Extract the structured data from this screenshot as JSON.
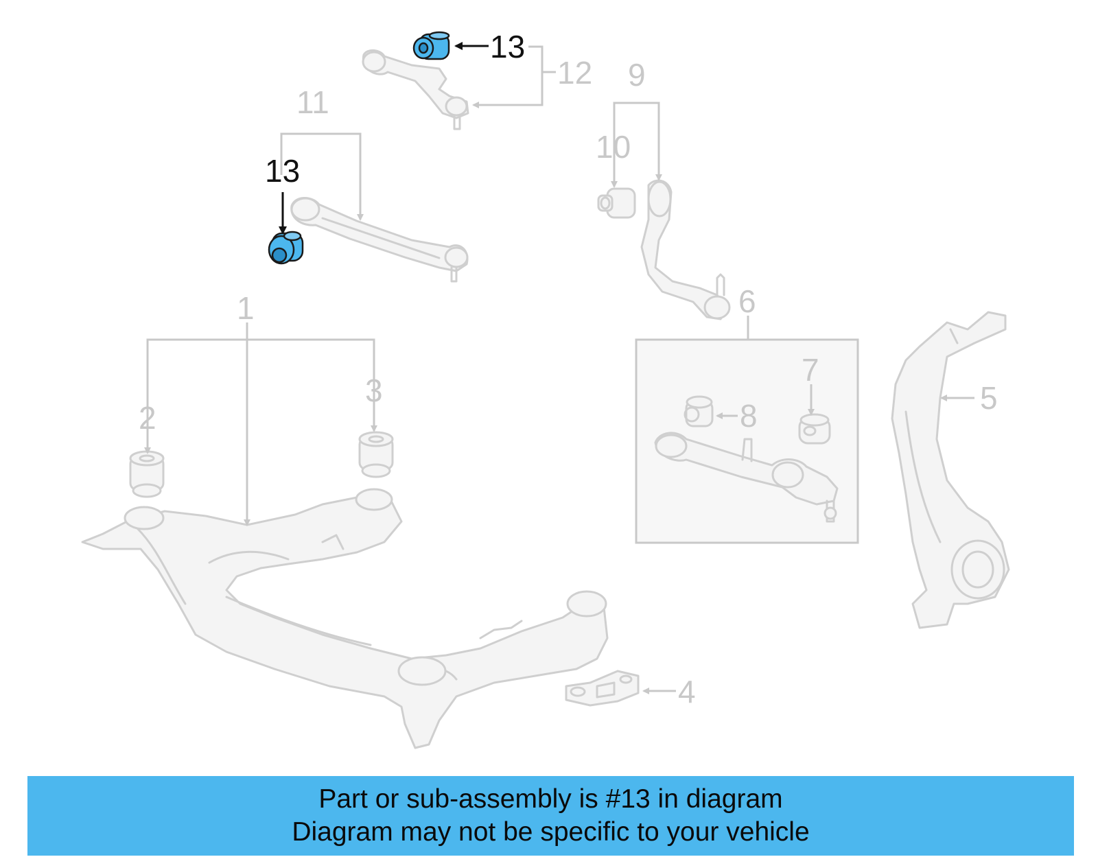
{
  "callouts": {
    "c1": "1",
    "c2": "2",
    "c3": "3",
    "c4": "4",
    "c5": "5",
    "c6": "6",
    "c7": "7",
    "c8": "8",
    "c9": "9",
    "c10": "10",
    "c11": "11",
    "c12": "12",
    "c13_top": "13",
    "c13_left": "13"
  },
  "banner": {
    "line1": "Part or sub-assembly is #13 in diagram",
    "line2": "Diagram may not be specific to your vehicle"
  },
  "colors": {
    "highlight_part": "#4cb7ee",
    "banner_bg": "#4cb7ee",
    "inactive_line": "#c8c8c8",
    "active_line": "#111111"
  }
}
